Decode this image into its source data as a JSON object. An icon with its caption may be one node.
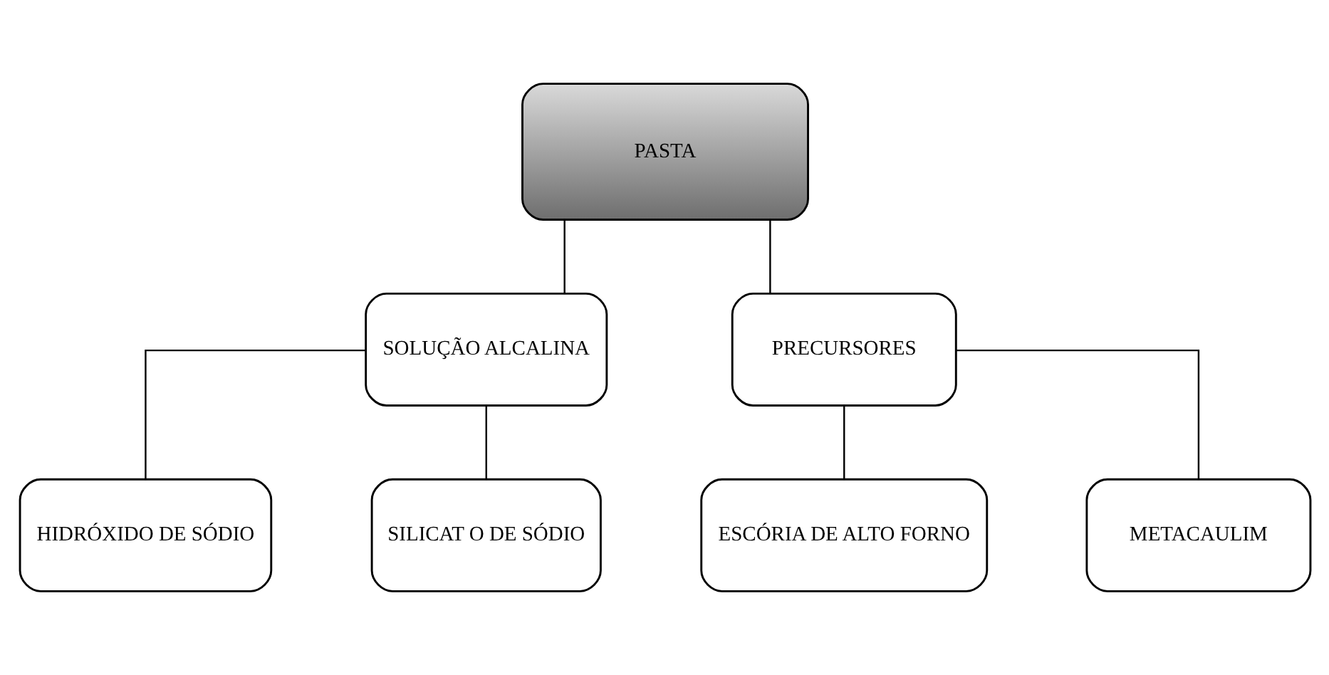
{
  "diagram": {
    "nodes": [
      {
        "text": [
          "PASTA"
        ]
      },
      {
        "text": [
          "SOLUÇÃO ALCALINA"
        ]
      },
      {
        "text": [
          "PRECURSORES"
        ]
      },
      {
        "text": [
          "HIDRÓXIDO DE SÓDIO"
        ]
      },
      {
        "text": [
          "SILICAT O DE SÓDIO"
        ]
      },
      {
        "text": [
          "ESCÓRIA DE ALTO FORNO"
        ]
      },
      {
        "text": [
          "METACAULIM"
        ]
      }
    ],
    "edges": [
      {
        "from": 0,
        "to": 1,
        "arrow": "none"
      },
      {
        "from": 0,
        "to": 2,
        "arrow": "none"
      },
      {
        "from": 1,
        "to": 3,
        "arrow": "none"
      },
      {
        "from": 1,
        "to": 4,
        "arrow": "none"
      },
      {
        "from": 2,
        "to": 5,
        "arrow": "none"
      },
      {
        "from": 2,
        "to": 6,
        "arrow": "none"
      }
    ]
  }
}
